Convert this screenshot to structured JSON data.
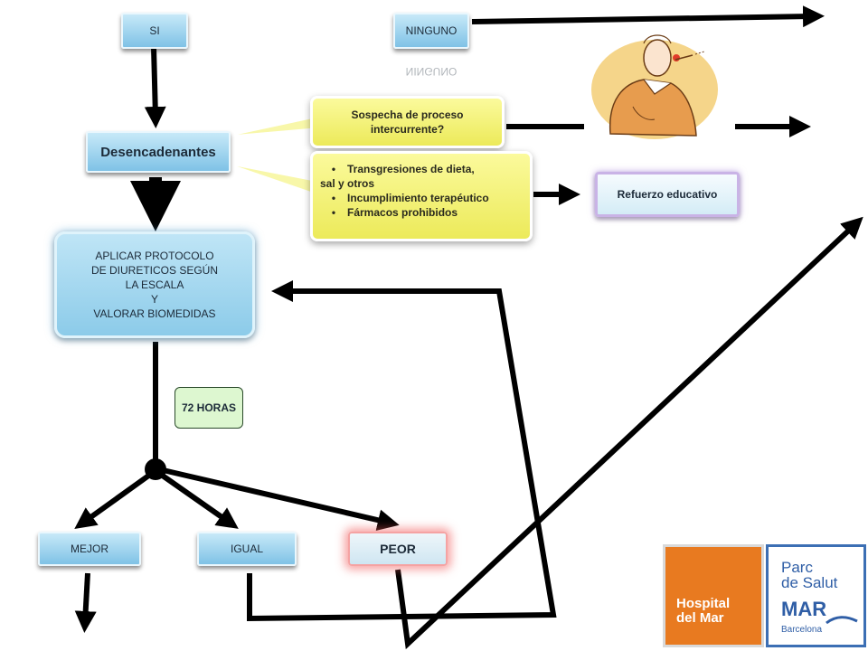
{
  "nodes": {
    "si": "SI",
    "ninguno": "NINGUNO",
    "ninguno_reflection": "NINGUNO",
    "desencadenantes": "Desencadenantes",
    "sospecha_line1": "Sospecha de proceso",
    "sospecha_line2": "intercurrente?",
    "transgresiones_bullet1": "Transgresiones de dieta,",
    "transgresiones_cont": "sal y otros",
    "transgresiones_bullet2": "Incumplimiento terapéutico",
    "transgresiones_bullet3": "Fármacos prohibidos",
    "bullet_char": "•",
    "refuerzo": "Refuerzo educativo",
    "protocolo_lines": [
      "APLICAR PROTOCOLO",
      "DE DIURETICOS SEGÚN",
      "LA ESCALA",
      "Y",
      "VALORAR BIOMEDIDAS"
    ],
    "horas": "72 HORAS",
    "mejor": "MEJOR",
    "igual": "IGUAL",
    "peor": "PEOR"
  },
  "logo": {
    "left_line1": "Hospital",
    "left_line2": "del Mar",
    "right_line1": "Parc",
    "right_line2": "de Salut",
    "right_brand": "MAR",
    "right_city": "Barcelona"
  },
  "colors": {
    "box_blue": "#8ccbe9",
    "callout_yellow": "#f2f070",
    "peor_glow": "#f05a5a",
    "refuerzo_glow": "#c9b3e6",
    "horas_green": "#ddf7d0",
    "logo_orange": "#e87a20",
    "logo_blue": "#2f5ea6"
  }
}
